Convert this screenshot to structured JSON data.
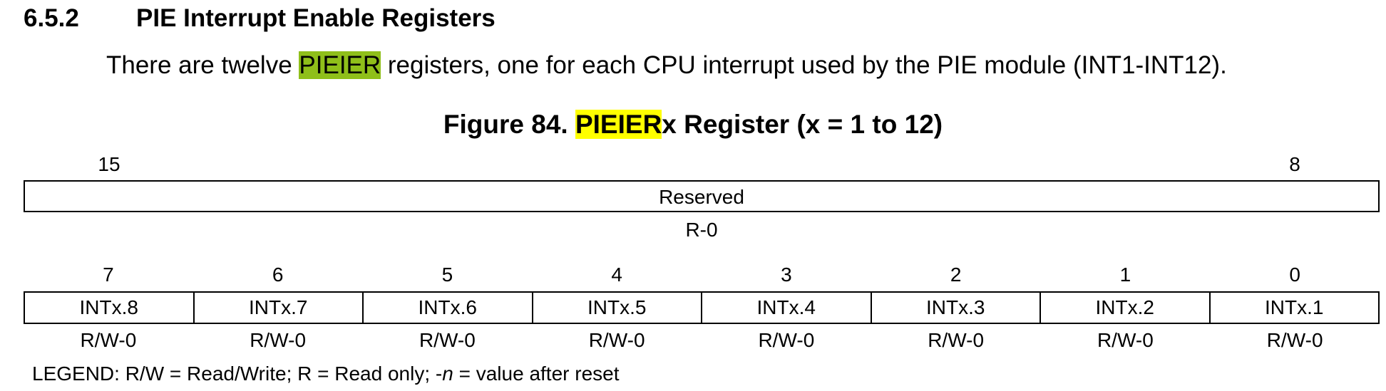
{
  "section": {
    "number": "6.5.2",
    "title": "PIE Interrupt Enable Registers"
  },
  "intro": {
    "before": "There are twelve ",
    "highlight": "PIEIER",
    "after": " registers, one for each CPU interrupt used by the PIE module (INT1-INT12)."
  },
  "figure": {
    "prefix": "Figure 84. ",
    "highlight": "PIEIER",
    "suffix": "x Register (x = 1 to 12)"
  },
  "upper_row": {
    "bit_high": "15",
    "bit_low": "8",
    "field": "Reserved",
    "access": "R-0"
  },
  "lower_row": {
    "bits": [
      "7",
      "6",
      "5",
      "4",
      "3",
      "2",
      "1",
      "0"
    ],
    "fields": [
      "INTx.8",
      "INTx.7",
      "INTx.6",
      "INTx.5",
      "INTx.4",
      "INTx.3",
      "INTx.2",
      "INTx.1"
    ],
    "access": [
      "R/W-0",
      "R/W-0",
      "R/W-0",
      "R/W-0",
      "R/W-0",
      "R/W-0",
      "R/W-0",
      "R/W-0"
    ]
  },
  "legend": {
    "text_before": "LEGEND: R/W = Read/Write; R = Read only; -",
    "italic": "n",
    "text_after": " = value after reset"
  }
}
